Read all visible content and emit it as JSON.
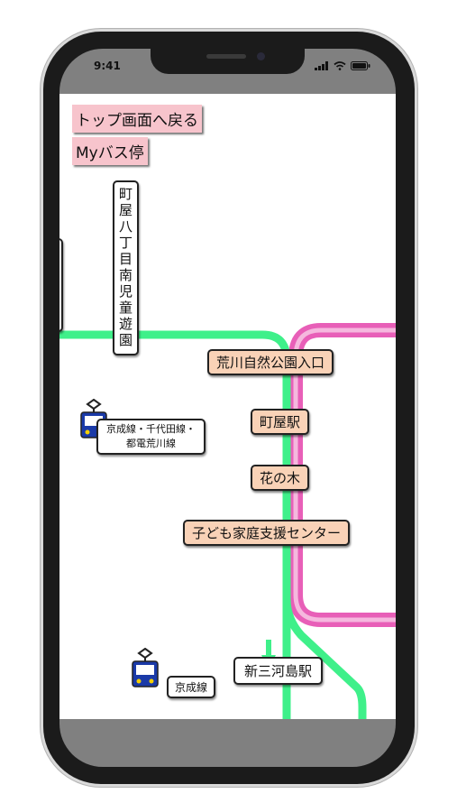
{
  "status_bar": {
    "time": "9:41"
  },
  "nav": {
    "back_to_top": "トップ画面へ戻る",
    "my_bus_stop": "Myバス停"
  },
  "map": {
    "stops": {
      "machiya_hatchome": "町屋八丁目南児童遊園",
      "arakawa_park": "荒川自然公園入口",
      "machiya_station": "町屋駅",
      "hananoki": "花の木",
      "kodomo_center": "子ども家庭支援センター",
      "shin_mikawashima": "新三河島駅"
    },
    "train_info": {
      "upper": [
        "京成線・千代田線・",
        "都電荒川線"
      ],
      "lower": "京成線"
    },
    "route_colors": {
      "green": "#3ff08a",
      "pink": "#e85fb8"
    }
  },
  "icons": [
    "signal-icon",
    "wifi-icon",
    "battery-icon",
    "train-icon",
    "direction-arrow-icon"
  ]
}
